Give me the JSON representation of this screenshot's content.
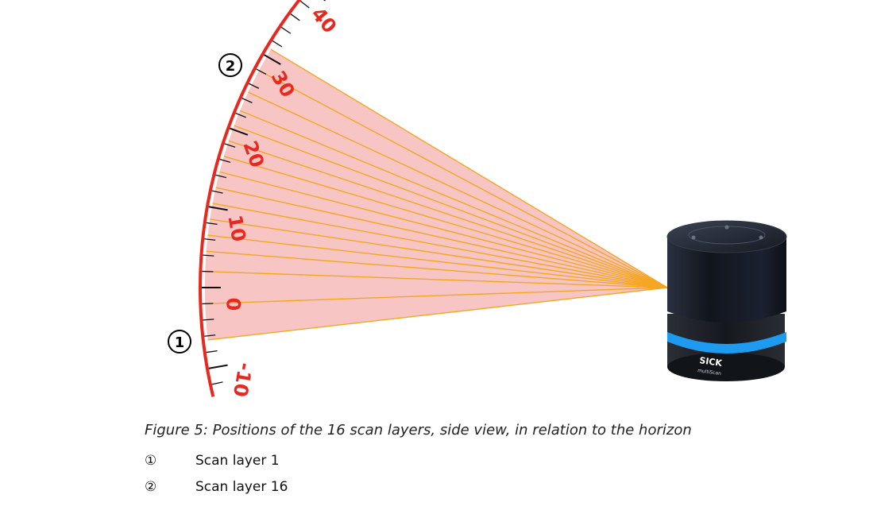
{
  "figure": {
    "caption": "Figure 5: Positions of the 16 scan layers, side view, in relation to the horizon",
    "scale_labels": [
      "40",
      "30",
      "20",
      "10",
      "0",
      "-10"
    ],
    "callouts": {
      "layer_1": "①",
      "layer_16": "②"
    },
    "sensor_brand": "SICK",
    "sensor_model": "multiScan",
    "colors": {
      "beam": "#f5a623",
      "fan_fill": "#f7c6c4",
      "arc": "#e8281e",
      "sensor_ring": "#1e9bf0"
    }
  },
  "legend": [
    {
      "number": "①",
      "label": "Scan layer 1"
    },
    {
      "number": "②",
      "label": "Scan layer 16"
    }
  ]
}
